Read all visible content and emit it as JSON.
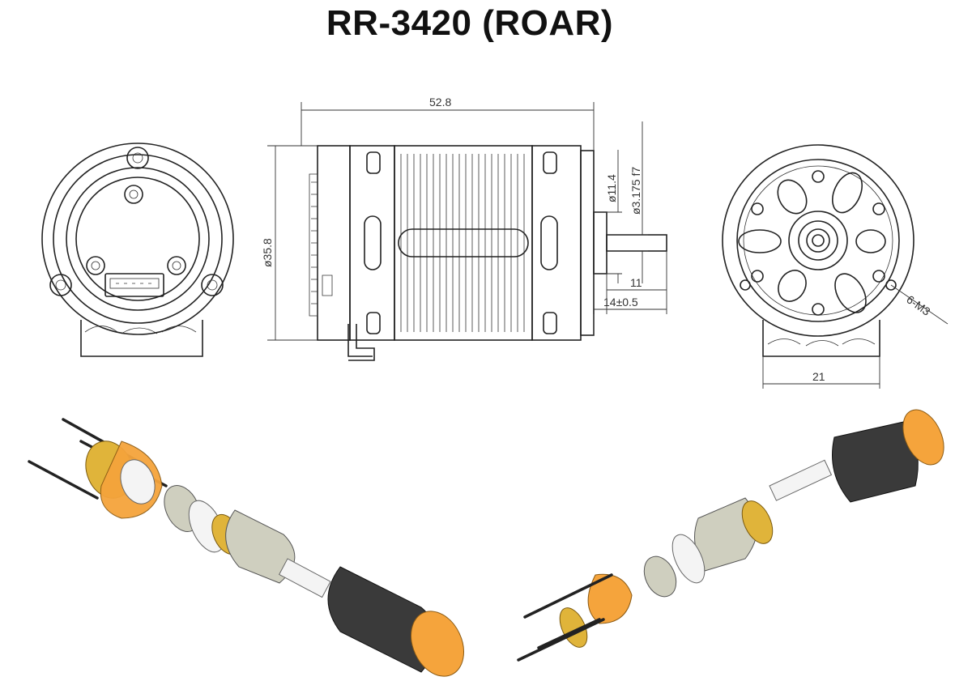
{
  "title": "RR-3420 (ROAR)",
  "dimensions": {
    "length": "52.8",
    "diameter_body": "ø35.8",
    "diameter_shoulder": "ø11.4",
    "diameter_shaft": "ø3.175 f7",
    "shaft_length": "11",
    "shaft_total": "14±0.5",
    "mount_holes": "6-M3",
    "mount_width": "21"
  }
}
